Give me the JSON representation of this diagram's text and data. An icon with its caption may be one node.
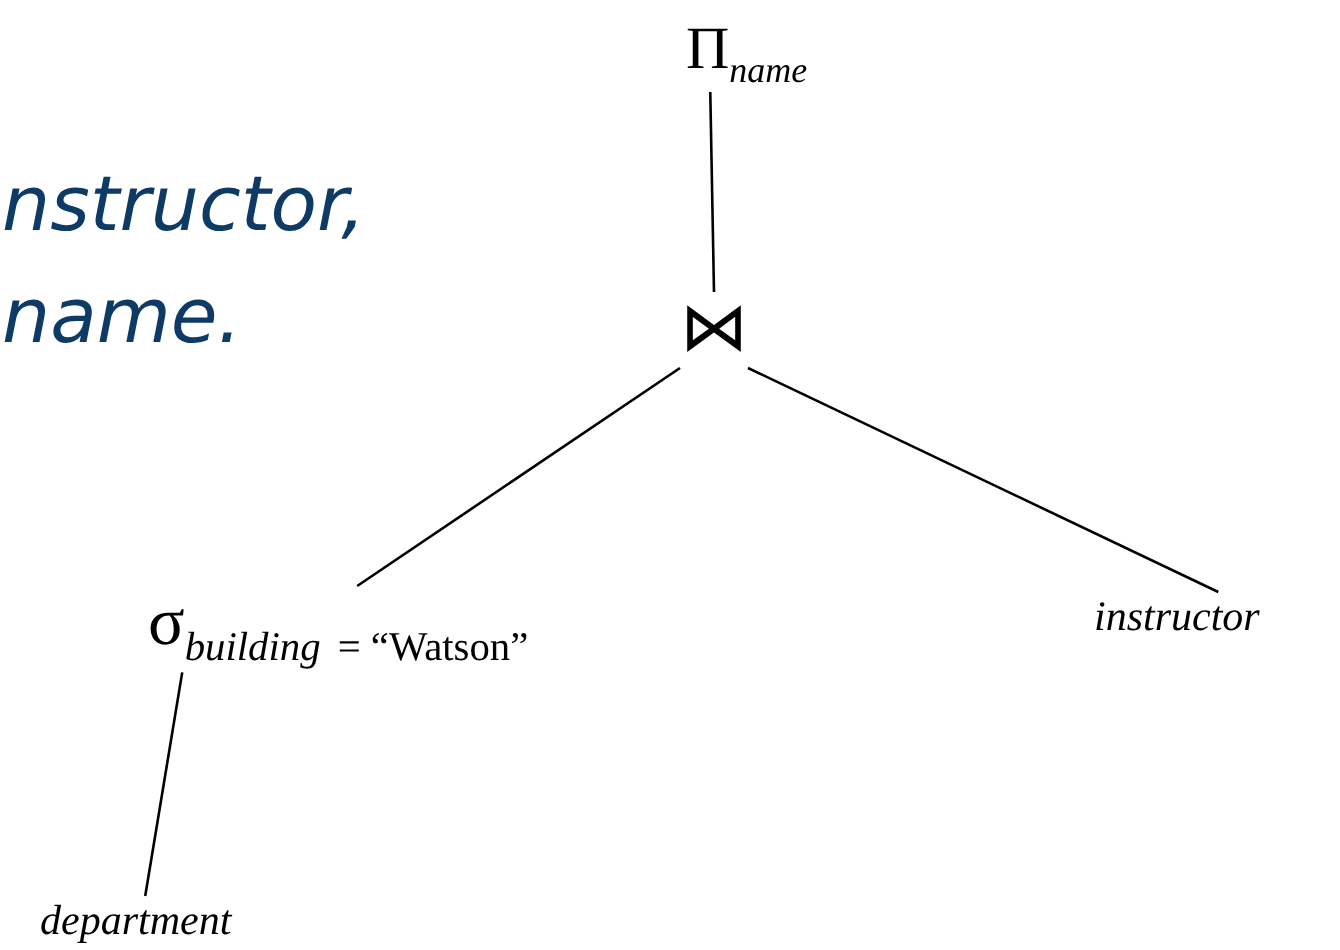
{
  "diagram": {
    "nodes": [
      {
        "text": [
          "Π$_{name}$"
        ]
      },
      {
        "text": [
          "⋈"
        ]
      },
      {
        "text": [
          "σ$_{building}$ $_{= “Watson”}$"
        ]
      },
      {
        "text": [
          "instructor"
        ]
      },
      {
        "text": [
          "department"
        ]
      }
    ],
    "edges": [
      {
        "from": 0,
        "to": 1,
        "arrow": "none"
      },
      {
        "from": 1,
        "to": 2,
        "arrow": "none"
      },
      {
        "from": 1,
        "to": 3,
        "arrow": "none"
      },
      {
        "from": 2,
        "to": 4,
        "arrow": "none"
      }
    ],
    "labels": [
      "nstructor,",
      "name."
    ]
  }
}
